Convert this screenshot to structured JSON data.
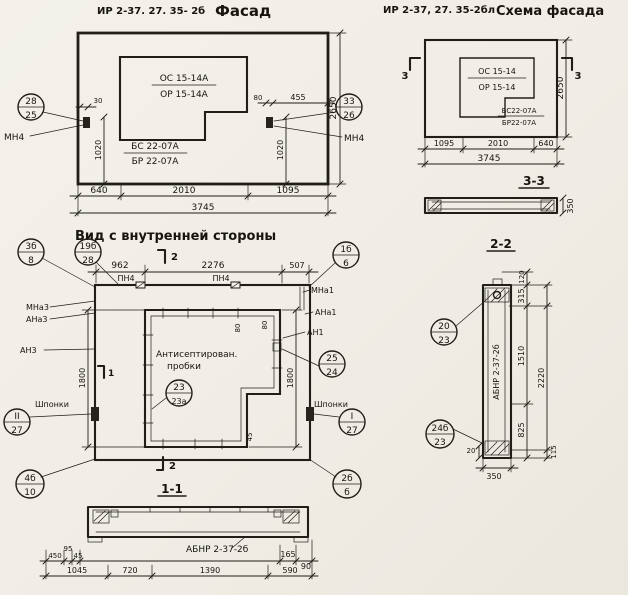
{
  "drawing": {
    "facade": {
      "code": "ИР 2-37. 27. 35- 2б",
      "title": "Фасад",
      "window_top": "ОС 15-14А",
      "window_bottom": "ОР 15-14А",
      "block_top": "БС 22-07А",
      "block_bottom": "БР 22-07А",
      "anchor_left": "МН4",
      "anchor_right": "МН4",
      "callout_left_top": "28",
      "callout_left_bottom": "25",
      "callout_right_top": "33",
      "callout_right_bottom": "26",
      "dim_30": "30",
      "dim_80": "80",
      "dim_455": "455",
      "dim_1020_left": "1020",
      "dim_1020_right": "1020",
      "dim_2650": "2650",
      "dim_640": "640",
      "dim_2010": "2010",
      "dim_1095": "1095",
      "dim_3745": "3745"
    },
    "scheme": {
      "code": "ИР 2-37, 27. 35-2бл",
      "title": "Схема фасада",
      "window_top": "ОС 15-14",
      "window_bottom": "ОР 15-14",
      "block_top": "БС22-07А",
      "block_bottom": "БР22-07А",
      "mark_left": "3",
      "mark_right": "3",
      "dim_1095": "1095",
      "dim_2010": "2010",
      "dim_640": "640",
      "dim_3745": "3745",
      "dim_2650": "2650",
      "section_title": "3-3",
      "section_dim_350": "350"
    },
    "inner": {
      "title": "Вид с внутренней стороны",
      "callouts": {
        "c3b_top": "3б",
        "c3b_bottom": "8",
        "c19b_top": "19б",
        "c19b_bottom": "28",
        "c1b_top": "1б",
        "c1b_bottom": "6",
        "c25_top": "25",
        "c25_bottom": "24",
        "c23_top": "23",
        "c23_bottom": "23а",
        "cII_top": "II",
        "cII_bottom": "27",
        "cI_top": "I",
        "cI_bottom": "27",
        "c4b_top": "4б",
        "c4b_bottom": "10",
        "c2b_top": "2б",
        "c2b_bottom": "б"
      },
      "labels": {
        "pn4_a": "ПН4",
        "pn4_b": "ПН4",
        "mna1": "МНа1",
        "ana1": "АНа1",
        "an1": "АН1",
        "mna3": "МНа3",
        "ana3": "АНа3",
        "an3": "АН3",
        "shponki_left": "Шпонки",
        "shponki_right": "Шпонки",
        "note1": "Антисептирован.",
        "note2": "пробки"
      },
      "dims": {
        "d962": "962",
        "d2276": "2276",
        "d507": "507",
        "d1800_left": "1800",
        "d1800_right": "1800",
        "d80a": "80",
        "d80b": "80",
        "d45": "45"
      },
      "marks": {
        "m2_top": "2",
        "m2_bottom": "2",
        "m1_left": "1"
      }
    },
    "sec11": {
      "title": "1-1",
      "label": "АБНР 2-37-2б",
      "d450": "450",
      "d95": "95",
      "d45": "45",
      "d1045": "1045",
      "d720": "720",
      "d1390": "1390",
      "d590": "590",
      "d165": "165",
      "d90": "90"
    },
    "sec22": {
      "title": "2-2",
      "label": "АБНР 2-37-2б",
      "callout_top_a": "20",
      "callout_top_b": "23",
      "callout_bot_a": "24б",
      "callout_bot_b": "23",
      "d120": "120",
      "d315": "315",
      "d1510": "1510",
      "d2220": "2220",
      "d825": "825",
      "d115": "115",
      "d20": "20",
      "d350": "350"
    }
  }
}
